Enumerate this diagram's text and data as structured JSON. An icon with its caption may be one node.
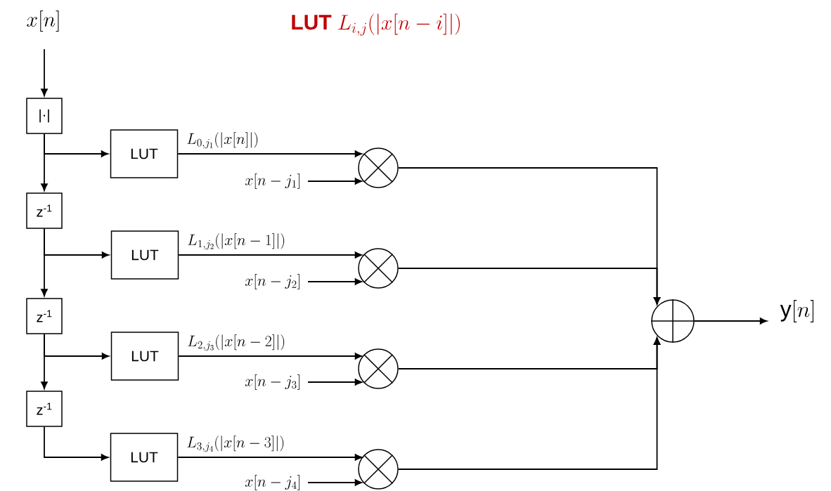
{
  "diagram": {
    "title": "\\textbf{LUT}\\ L_{i,j}(|x[n-i]|)",
    "nodes": [
      {
        "text": [
          "x[n]"
        ]
      },
      {
        "text": [
          "|·|"
        ]
      },
      {
        "text": [
          "z$^{-1}$"
        ]
      },
      {
        "text": [
          "z$^{-1}$"
        ]
      },
      {
        "text": [
          "z$^{-1}$"
        ]
      },
      {
        "text": [
          "LUT"
        ]
      },
      {
        "text": [
          "LUT"
        ]
      },
      {
        "text": [
          "LUT"
        ]
      },
      {
        "text": [
          "LUT"
        ]
      },
      {
        "text": [],
        "shape": "circle"
      },
      {
        "text": [],
        "shape": "circle"
      },
      {
        "text": [],
        "shape": "circle"
      },
      {
        "text": [],
        "shape": "circle"
      },
      {
        "text": [],
        "shape": "circle"
      },
      {
        "text": [
          "\\mathrm{y}[n]"
        ]
      },
      {
        "text": [
          "x[n-j_1]"
        ]
      },
      {
        "text": [
          "x[n-j_2]"
        ]
      },
      {
        "text": [
          "x[n-j_3]"
        ]
      },
      {
        "text": [
          "x[n-j_4]"
        ]
      }
    ],
    "edges": [
      {
        "from": 0,
        "to": 1,
        "arrow": "to"
      },
      {
        "from": 1,
        "to": 5,
        "arrow": "to"
      },
      {
        "from": 1,
        "to": 2,
        "arrow": "to"
      },
      {
        "from": 2,
        "to": 6,
        "arrow": "to"
      },
      {
        "from": 2,
        "to": 3,
        "arrow": "to"
      },
      {
        "from": 3,
        "to": 7,
        "arrow": "to"
      },
      {
        "from": 3,
        "to": 4,
        "arrow": "to"
      },
      {
        "from": 4,
        "to": 8,
        "arrow": "to"
      },
      {
        "from": 5,
        "to": 9,
        "arrow": "to",
        "label": "L_{0,j_1}(|x[n]|)"
      },
      {
        "from": 6,
        "to": 10,
        "arrow": "to",
        "label": "L_{1,j_2}(|x[n-1]|)"
      },
      {
        "from": 7,
        "to": 11,
        "arrow": "to",
        "label": "L_{2,j_3}(|x[n-2]|)"
      },
      {
        "from": 8,
        "to": 12,
        "arrow": "to",
        "label": "L_{3,j_4}(|x[n-3]|)"
      },
      {
        "from": 15,
        "to": 9,
        "arrow": "to"
      },
      {
        "from": 16,
        "to": 10,
        "arrow": "to"
      },
      {
        "from": 17,
        "to": 11,
        "arrow": "to"
      },
      {
        "from": 18,
        "to": 12,
        "arrow": "to"
      },
      {
        "from": 9,
        "to": 13,
        "arrow": "to"
      },
      {
        "from": 10,
        "to": 13,
        "arrow": "to"
      },
      {
        "from": 11,
        "to": 13,
        "arrow": "to"
      },
      {
        "from": 12,
        "to": 13,
        "arrow": "to"
      },
      {
        "from": 13,
        "to": 14,
        "arrow": "to"
      }
    ]
  }
}
